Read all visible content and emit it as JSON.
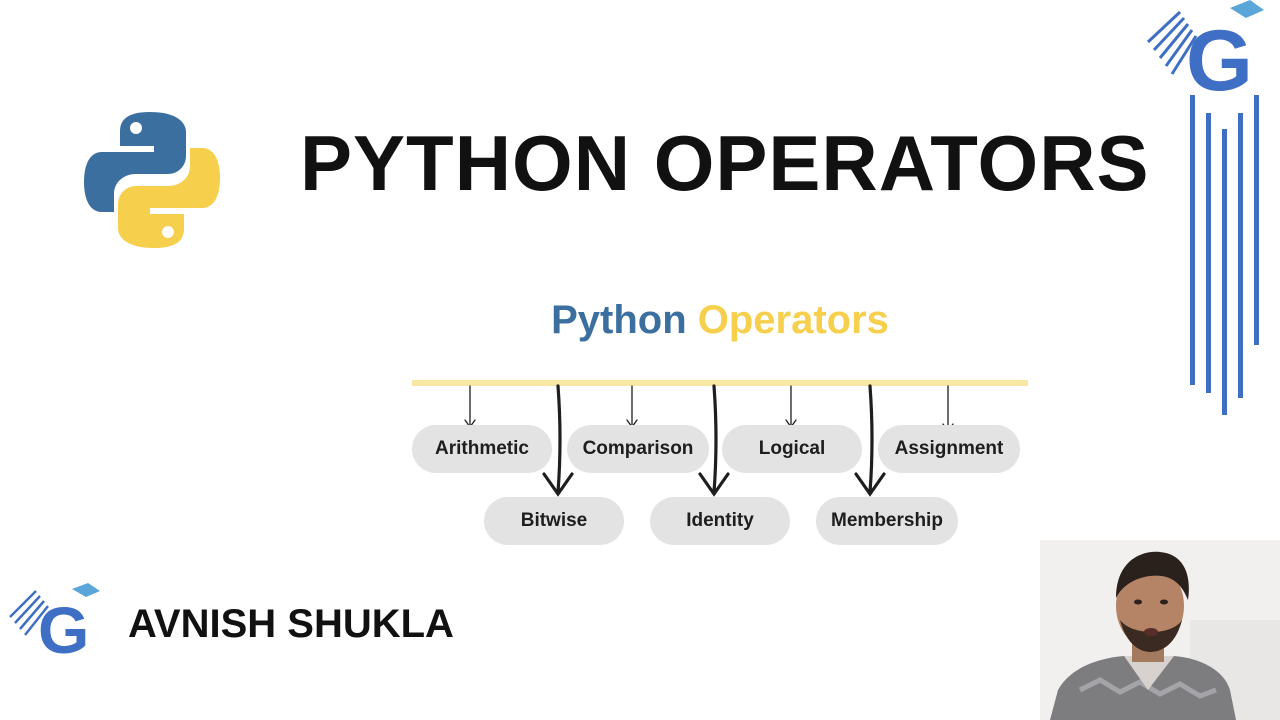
{
  "slide": {
    "title": "PYTHON OPERATORS",
    "author": "AVNISH SHUKLA",
    "brand_letter": "G"
  },
  "diagram": {
    "title_part1": "Python",
    "title_part2": "Operators",
    "operators_top": [
      "Arithmetic",
      "Comparison",
      "Logical",
      "Assignment"
    ],
    "operators_bottom": [
      "Bitwise",
      "Identity",
      "Membership"
    ]
  },
  "colors": {
    "python_blue": "#3b6fa0",
    "python_yellow": "#f6cf4c",
    "brand_blue": "#3f6fc4",
    "pill_bg": "#e3e3e3"
  },
  "icons": [
    "python-logo-icon",
    "brand-g-logo-icon",
    "presenter-webcam"
  ]
}
